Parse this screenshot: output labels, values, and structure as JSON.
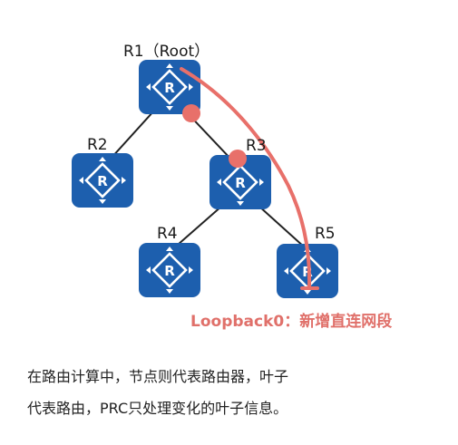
{
  "nodes": [
    {
      "id": "r1",
      "label": "R1（Root）"
    },
    {
      "id": "r2",
      "label": "R2"
    },
    {
      "id": "r3",
      "label": "R3"
    },
    {
      "id": "r4",
      "label": "R4"
    },
    {
      "id": "r5",
      "label": "R5"
    }
  ],
  "router_glyph": "R",
  "loopback_label": "Loopback0：新增直连网段",
  "caption_lines": [
    "在路由计算中，节点则代表路由器，叶子",
    "代表路由，PRC只处理变化的叶子信息。"
  ],
  "colors": {
    "router_fill": "#1d5fae",
    "router_border": "#174a88",
    "link": "#222222",
    "highlight": "#e8706a"
  },
  "icons": [
    "router-icon"
  ]
}
